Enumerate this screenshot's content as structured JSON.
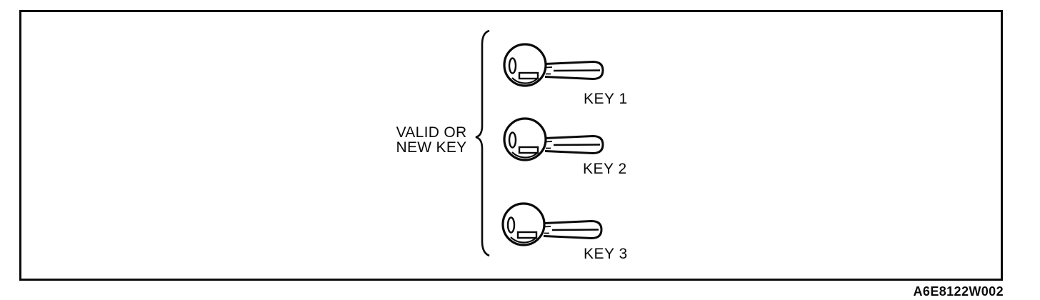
{
  "figure": {
    "group_label": {
      "line1": "VALID OR",
      "line2": "NEW KEY"
    },
    "keys": [
      {
        "label": "KEY 1"
      },
      {
        "label": "KEY 2"
      },
      {
        "label": "KEY 3"
      }
    ],
    "figure_code": "A6E8122W002",
    "colors": {
      "ink": "#000000",
      "paper": "#ffffff"
    }
  }
}
